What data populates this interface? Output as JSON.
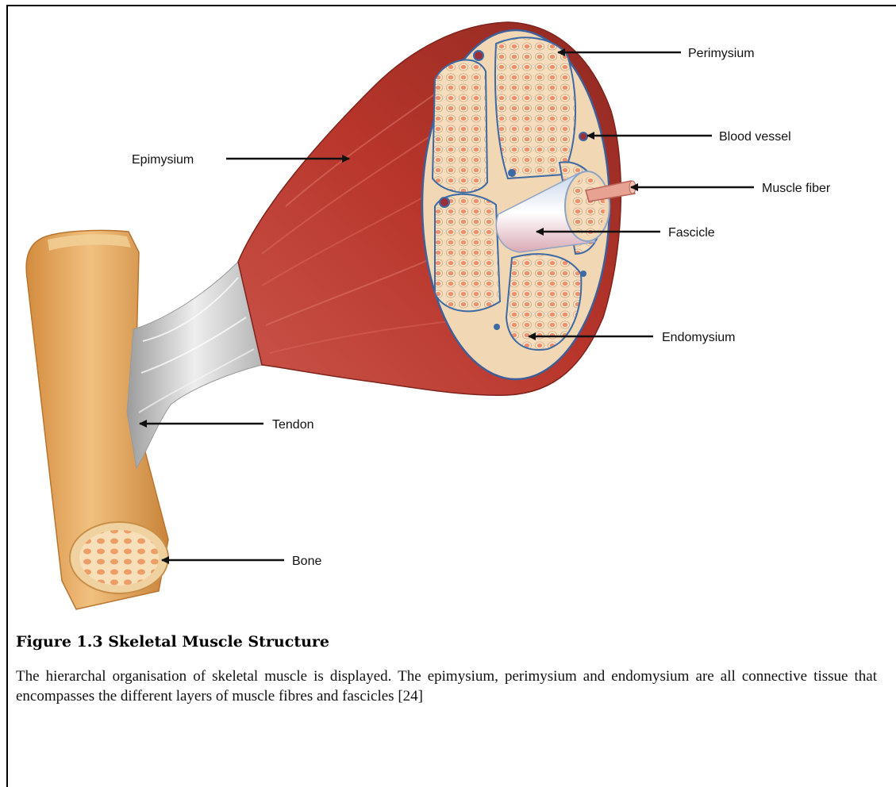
{
  "labels": {
    "perimysium": "Perimysium",
    "blood_vessel": "Blood vessel",
    "epimysium": "Epimysium",
    "muscle_fiber": "Muscle fiber",
    "fascicle": "Fascicle",
    "endomysium": "Endomysium",
    "tendon": "Tendon",
    "bone": "Bone"
  },
  "caption": {
    "title": "Figure 1.3 Skeletal Muscle Structure",
    "body": "The hierarchal organisation of skeletal muscle is displayed. The epimysium, perimysium and endomysium are all connective tissue that encompasses the different layers of muscle fibres and fascicles [24]"
  },
  "colors": {
    "muscle": "#b8352b",
    "muscle_dark": "#8e2a22",
    "bone": "#e3a75e",
    "bone_light": "#f4d9ae",
    "tendon": "#dcdcdc",
    "connective": "#f1d5b2",
    "fiber": "#ef8f6b",
    "vessel": "#3c6aa5"
  }
}
